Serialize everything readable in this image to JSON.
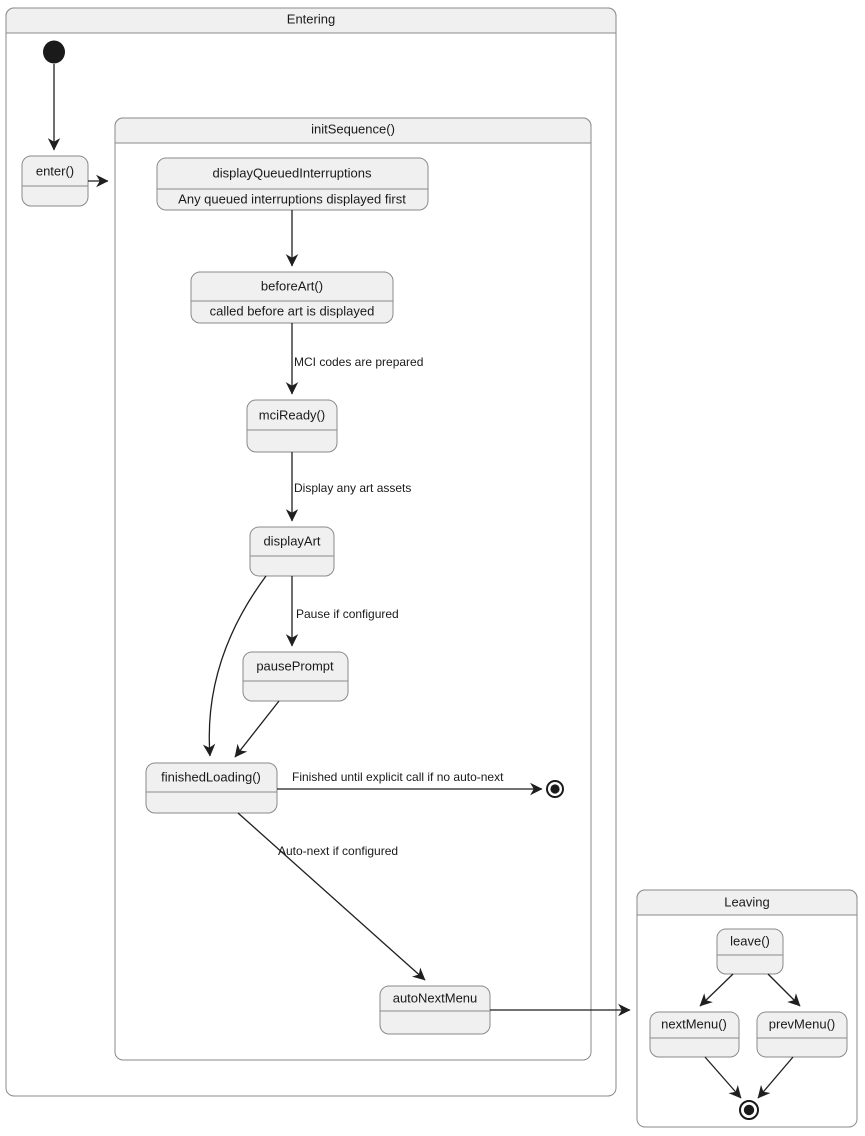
{
  "diagram": {
    "type": "uml-state-machine",
    "title": "Entering",
    "containers": [
      {
        "id": "entering",
        "label": "Entering"
      },
      {
        "id": "initSequence",
        "label": "initSequence()"
      },
      {
        "id": "leaving",
        "label": "Leaving"
      }
    ],
    "states": [
      {
        "id": "enter",
        "name": "enter()",
        "desc": ""
      },
      {
        "id": "displayQueuedInterruptions",
        "name": "displayQueuedInterruptions",
        "desc": "Any queued interruptions displayed first"
      },
      {
        "id": "beforeArt",
        "name": "beforeArt()",
        "desc": "called before art is displayed"
      },
      {
        "id": "mciReady",
        "name": "mciReady()",
        "desc": ""
      },
      {
        "id": "displayArt",
        "name": "displayArt",
        "desc": ""
      },
      {
        "id": "pausePrompt",
        "name": "pausePrompt",
        "desc": ""
      },
      {
        "id": "finishedLoading",
        "name": "finishedLoading()",
        "desc": ""
      },
      {
        "id": "autoNextMenu",
        "name": "autoNextMenu",
        "desc": ""
      },
      {
        "id": "leave",
        "name": "leave()",
        "desc": ""
      },
      {
        "id": "nextMenu",
        "name": "nextMenu()",
        "desc": ""
      },
      {
        "id": "prevMenu",
        "name": "prevMenu()",
        "desc": ""
      }
    ],
    "transition_labels": {
      "mci_codes": "MCI codes are prepared",
      "display_art": "Display any art assets",
      "pause_if_configured": "Pause if configured",
      "finished_until_explicit": "Finished until explicit call if no auto-next",
      "auto_next": "Auto-next if configured"
    },
    "pseudostates": [
      {
        "id": "initial-entering",
        "kind": "initial"
      },
      {
        "id": "final-initsequence",
        "kind": "final"
      },
      {
        "id": "final-leaving",
        "kind": "final"
      }
    ],
    "colors": {
      "state_fill": "#f0f0f0",
      "state_stroke": "#8a8a8a",
      "container_fill": "#ffffff",
      "container_header_fill": "#f0f0f0",
      "edge_stroke": "#1f1f1f",
      "text": "#1a1a1a",
      "page_background": "#ffffff"
    }
  }
}
